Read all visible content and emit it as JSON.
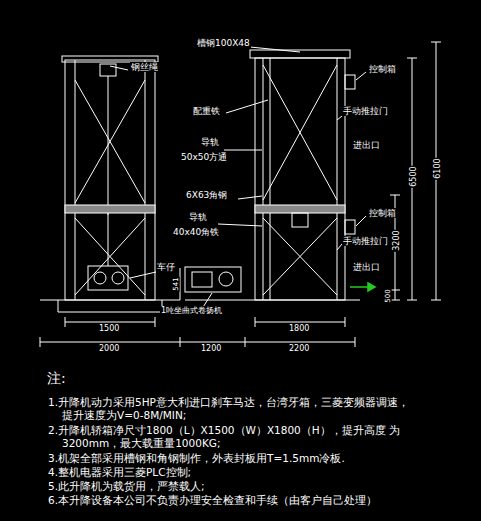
{
  "diagram": {
    "labels": [
      "钢丝绳",
      "槽钢100X48",
      "控制箱",
      "配重铁",
      "手动推拉门",
      "导轨",
      "50x50方通",
      "进出口",
      "6X63角钢",
      "控制箱",
      "导轨",
      "40x40角铁",
      "手动推拉门",
      "车仔",
      "541",
      "进出口",
      "1吨坐曲式卷扬机",
      "1500",
      "1800",
      "2000",
      "1200",
      "2200",
      "6500",
      "6100",
      "3200",
      "500",
      "注:",
      "1.升降机动力采用5HP意大利进口刹车马达，台湾牙箱，三菱变频器调速， 提升速度为V=0-8M/MIN;",
      "2.升降机轿箱净尺寸1800（L）X1500（W）X1800（H），提升高度 为3200mm，最大载重量1000KG;",
      "3.机架全部采用槽钢和角钢制作，外表封板用T=1.5mm冷板.",
      "4.整机电器采用三菱PLC控制;",
      "5.此升降机为载货用，严禁载人;",
      "6.本升降设备本公司不负责办理安全检查和手续（由客户自己处理）"
    ]
  }
}
